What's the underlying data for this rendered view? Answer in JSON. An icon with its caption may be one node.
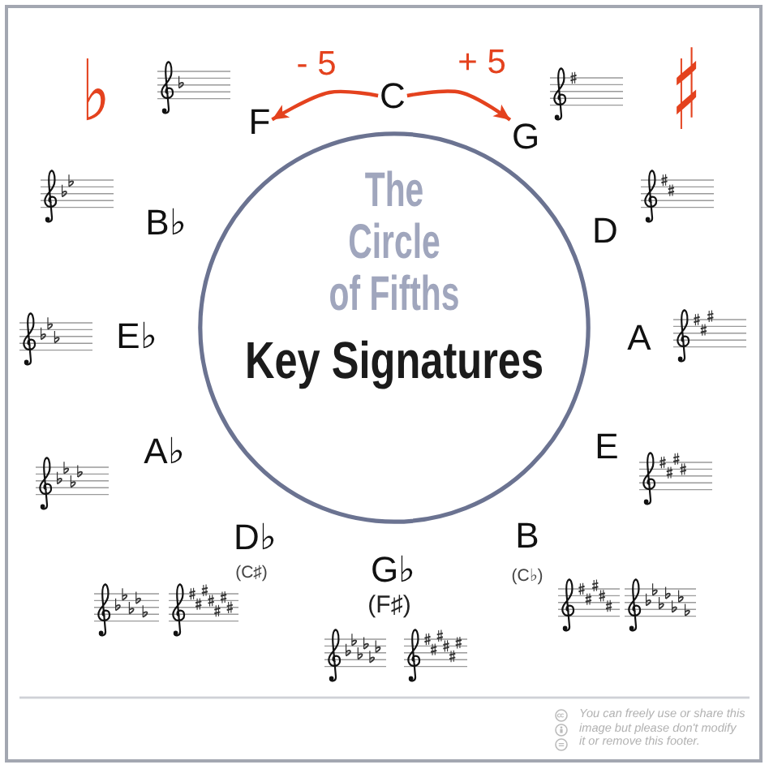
{
  "diagram": {
    "nodes": [
      {
        "text": [
          "C"
        ]
      },
      {
        "text": [
          "F"
        ]
      },
      {
        "text": [
          "G"
        ]
      },
      {
        "text": [
          "The Circle of Fifths",
          "Key Signatures"
        ]
      }
    ],
    "edges": [
      {
        "from": 0,
        "to": 1,
        "arrow": "to",
        "label": "- 5"
      },
      {
        "from": 0,
        "to": 2,
        "arrow": "to",
        "label": "+ 5"
      }
    ],
    "labels": [
      "♭",
      "♯",
      "B♭",
      "D",
      "E♭",
      "A",
      "A♭",
      "E",
      "D♭",
      "B",
      "(C♯)",
      "G♭",
      "(C♭)",
      "(F♯)",
      "You can freely use or share this image but please don't modify it or remove this footer."
    ]
  }
}
